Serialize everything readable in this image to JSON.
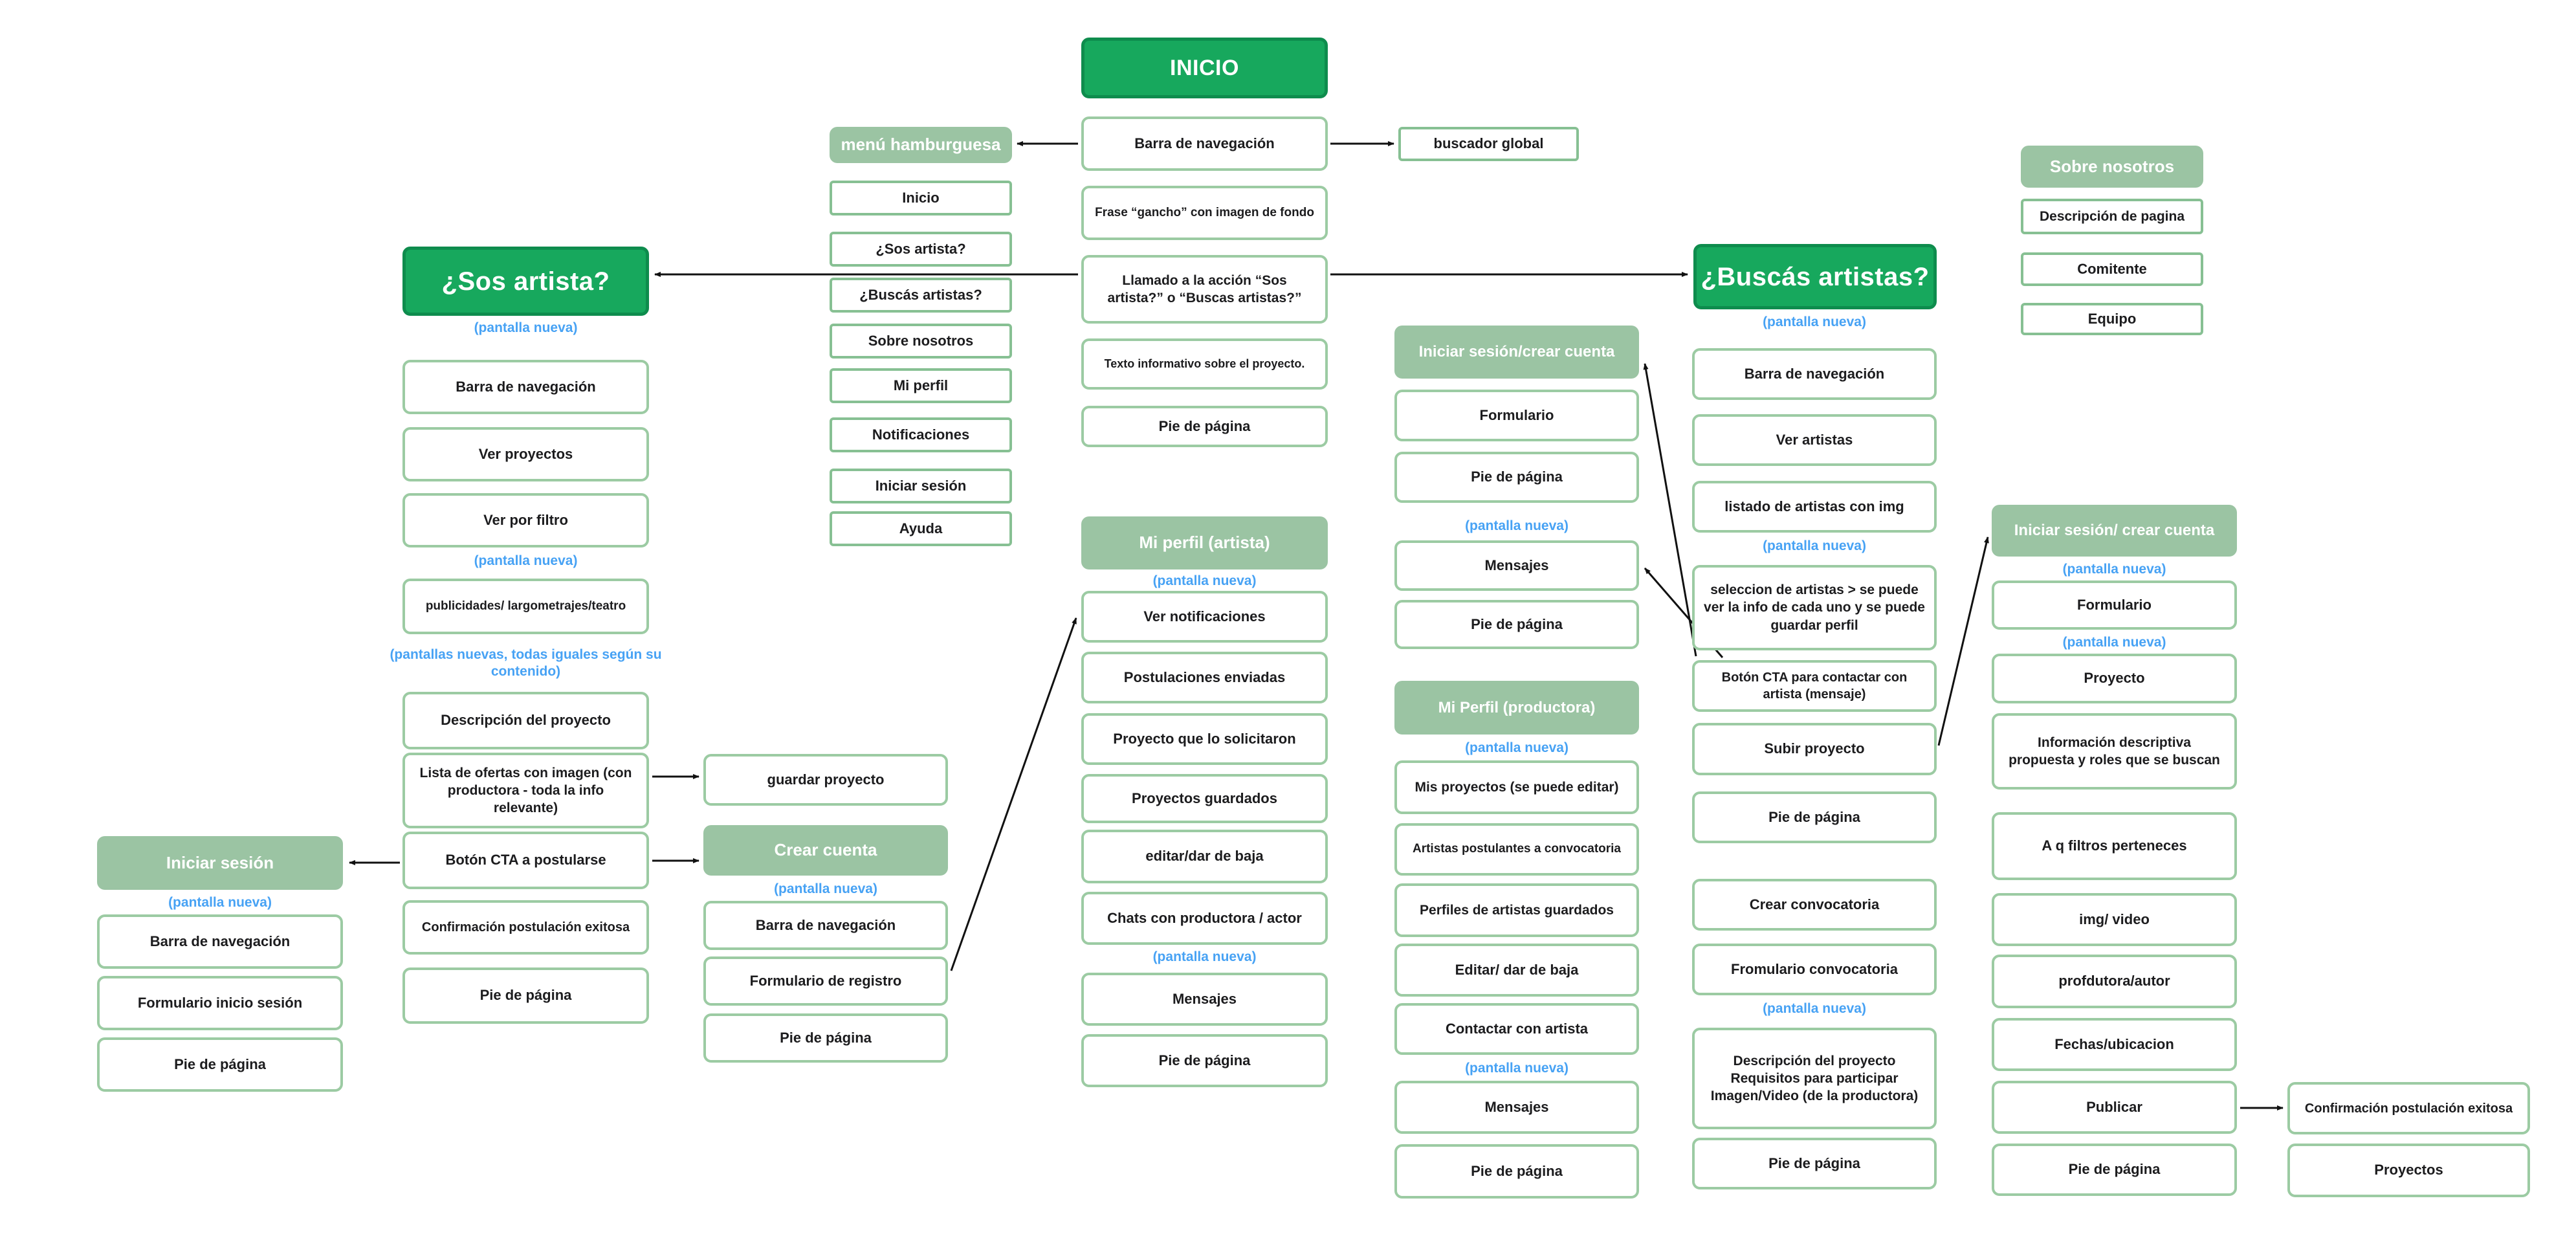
{
  "notes": {
    "new_screen": "(pantalla nueva)",
    "new_screens_variant": "(pantallas nuevas, todas iguales según su contenido)"
  },
  "inicio": {
    "title": "INICIO",
    "nav": "Barra de navegación",
    "hamburger": "menú hamburguesa",
    "global_search": "buscador global",
    "menu": [
      "Inicio",
      "¿Sos artista?",
      "¿Buscás artistas?",
      "Sobre nosotros",
      "Mi perfil",
      "Notificaciones",
      "Iniciar sesión",
      "Ayuda"
    ],
    "sections": [
      "Frase “gancho” con imagen de fondo",
      "Llamado a la acción “Sos artista?” o “Buscas artistas?”",
      "Texto informativo sobre el proyecto.",
      "Pie de página"
    ]
  },
  "sos_artista": {
    "title": "¿Sos artista?",
    "boxes": [
      "Barra de navegación",
      "Ver proyectos",
      "Ver por filtro",
      "publicidades/ largometrajes/teatro",
      "Descripción del proyecto",
      "Lista de ofertas con imagen (con productora - toda la info relevante)",
      "Botón CTA a postularse",
      "Confirmación postulación exitosa",
      "Pie de página"
    ],
    "save_project": "guardar proyecto"
  },
  "iniciar_sesion": {
    "title": "Iniciar sesión",
    "boxes": [
      "Barra de navegación",
      "Formulario inicio sesión",
      "Pie de página"
    ]
  },
  "crear_cuenta": {
    "title": "Crear cuenta",
    "boxes": [
      "Barra de navegación",
      "Formulario de registro",
      "Pie de página"
    ]
  },
  "mi_perfil_artista": {
    "title": "Mi perfil (artista)",
    "boxes": [
      "Ver notificaciones",
      "Postulaciones enviadas",
      "Proyecto que lo solicitaron",
      "Proyectos guardados",
      "editar/dar de baja",
      "Chats con productora / actor",
      "Mensajes",
      "Pie de página"
    ]
  },
  "login_central": {
    "title": "Iniciar sesión/crear cuenta",
    "boxes": [
      "Formulario",
      "Pie de página",
      "Mensajes",
      "Pie de página"
    ]
  },
  "mi_perfil_productora": {
    "title": "Mi Perfil (productora)",
    "boxes": [
      "Mis proyectos (se puede editar)",
      "Artistas postulantes a convocatoria",
      "Perfiles de artistas guardados",
      "Editar/ dar de baja",
      "Contactar con artista",
      "Mensajes",
      "Pie de página"
    ]
  },
  "buscas_artistas": {
    "title": "¿Buscás artistas?",
    "boxes": [
      "Barra de navegación",
      "Ver artistas",
      "listado de artistas con img",
      "seleccion de artistas > se puede ver la info de cada uno y se puede guardar perfil",
      "Botón CTA para contactar con artista (mensaje)",
      "Subir proyecto",
      "Pie de página",
      "Crear convocatoria",
      "Fromulario convocatoria",
      "Descripción del proyecto\nRequisitos para participar\nImagen/Video (de la productora)",
      "Pie de página"
    ]
  },
  "sobre_nosotros": {
    "title": "Sobre nosotros",
    "boxes": [
      "Descripción de pagina",
      "Comitente",
      "Equipo"
    ]
  },
  "login_right": {
    "title": "Iniciar sesión/ crear cuenta",
    "boxes": [
      "Formulario",
      "Proyecto",
      "Información descriptiva propuesta y roles que se buscan",
      "A q filtros perteneces",
      "img/ video",
      "profdutora/autor",
      "Fechas/ubicacion",
      "Publicar",
      "Pie de página"
    ]
  },
  "outcomes": {
    "boxes": [
      "Confirmación postulación exitosa",
      "Proyectos"
    ]
  },
  "palette": {
    "green": "#17A85D",
    "green_border": "#0E8C4D",
    "sage": "#9BC4A3",
    "box_border": "#9CCBA3",
    "note_blue": "#47A2F4",
    "arrow": "#111111",
    "text": "#1C1C1E"
  }
}
